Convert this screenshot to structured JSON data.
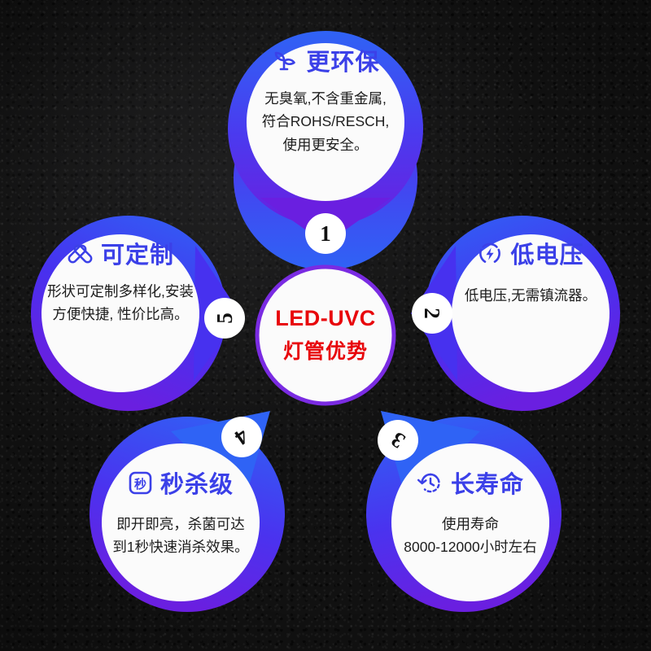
{
  "center": {
    "line1": "LED-UVC",
    "line2": "灯管优势",
    "text_color": "#e8060b",
    "border_color": "#7a2be2"
  },
  "theme": {
    "blue": "#2f63f5",
    "purple": "#6a1fe0",
    "deep_purple": "#5c12d6",
    "icon_color": "#3b40e8",
    "background": "#111111",
    "badge_bg": "#ffffff",
    "body_text": "#1c1c1c"
  },
  "petals": [
    {
      "number": "1",
      "icon": "sprout-icon",
      "title": "更环保",
      "lines": [
        "无臭氧,不含重金属,",
        "符合ROHS/RESCH,",
        "使用更安全。"
      ]
    },
    {
      "number": "2",
      "icon": "lightning-circle-icon",
      "title": "低电压",
      "lines": [
        "低电压,无需镇流器。"
      ]
    },
    {
      "number": "3",
      "icon": "clock-history-icon",
      "title": "长寿命",
      "lines": [
        "使用寿命",
        "8000-12000小时左右"
      ]
    },
    {
      "number": "4",
      "icon": "second-badge-icon",
      "title": "秒杀级",
      "lines": [
        "即开即亮，杀菌可达",
        "到1秒快速消杀效果。"
      ]
    },
    {
      "number": "5",
      "icon": "customize-cross-icon",
      "title": "可定制",
      "lines": [
        "形状可定制多样化,安装",
        "方便快捷, 性价比高。"
      ]
    }
  ]
}
